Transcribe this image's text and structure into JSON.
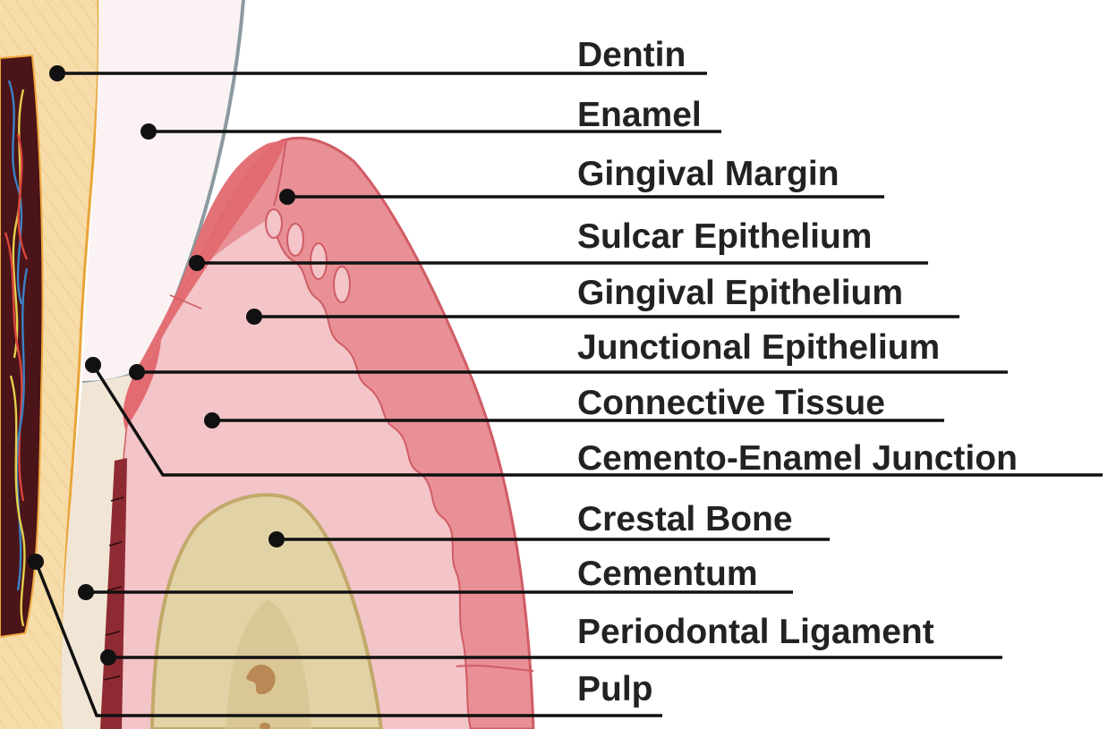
{
  "figure": {
    "labels": [
      {
        "id": "dentin",
        "text": "Dentin"
      },
      {
        "id": "enamel",
        "text": "Enamel"
      },
      {
        "id": "gingival-margin",
        "text": "Gingival Margin"
      },
      {
        "id": "sulcar-epithelium",
        "text": "Sulcar Epithelium"
      },
      {
        "id": "gingival-epithelium",
        "text": "Gingival Epithelium"
      },
      {
        "id": "junctional-epithelium",
        "text": "Junctional Epithelium"
      },
      {
        "id": "connective-tissue",
        "text": "Connective Tissue"
      },
      {
        "id": "cemento-enamel-junction",
        "text": "Cemento-Enamel Junction"
      },
      {
        "id": "crestal-bone",
        "text": "Crestal Bone"
      },
      {
        "id": "cementum",
        "text": "Cementum"
      },
      {
        "id": "periodontal-ligament",
        "text": "Periodontal Ligament"
      },
      {
        "id": "pulp",
        "text": "Pulp"
      }
    ]
  },
  "colors": {
    "pulp": "#4a1418",
    "dentin": "#f6dca8",
    "enamel": "#fbf2f3",
    "enamel_outline": "#8a9aa0",
    "cementum": "#f1e6d6",
    "gingiva": "#e89096",
    "gingiva_outline": "#d05c64",
    "connective_tissue": "#f3c4c8",
    "epithelium_dark": "#e26a70",
    "crestal_bone": "#e2d3a6",
    "bone_outline": "#c2a96a",
    "ligament": "#8e2a32",
    "leader_line": "#111111"
  }
}
